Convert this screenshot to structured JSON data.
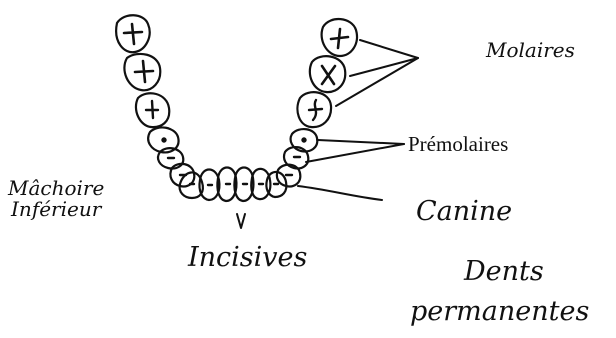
{
  "labels": {
    "molaires": "Molaires",
    "premolaires": "Prémolaires",
    "machoire_line1": "Mâchoire",
    "machoire_line2": "Inférieur",
    "canine": "Canine",
    "incisives": "Incisives",
    "dents": "Dents",
    "permanentes": "permanentes"
  },
  "colors": {
    "ink": "#111111",
    "background": "#ffffff"
  },
  "icons": {
    "tooth": "tooth-outline-icon"
  }
}
